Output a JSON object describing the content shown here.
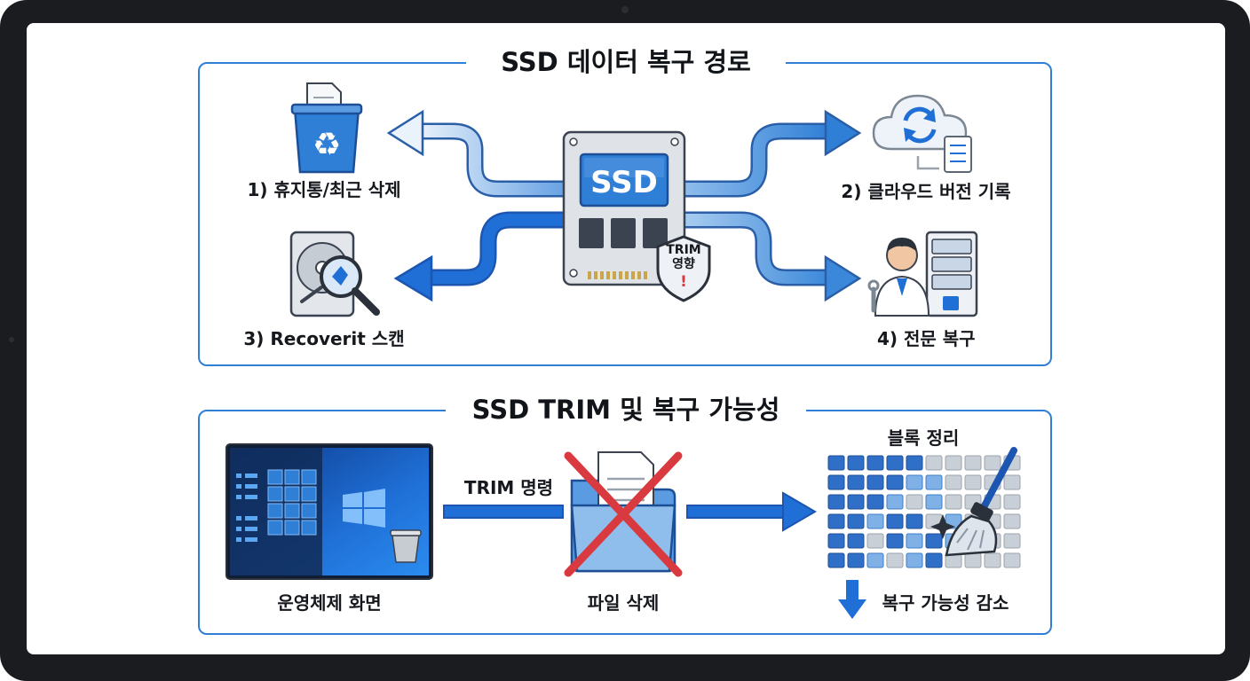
{
  "top_panel": {
    "title": "SSD 데이터 복구 경로",
    "chip_label": "SSD",
    "trim_badge": {
      "line1": "TRIM",
      "line2": "영향",
      "mark": "!"
    },
    "paths": [
      {
        "label": "1) 휴지통/최근 삭제",
        "icon": "recycle-bin-icon"
      },
      {
        "label": "2) 클라우드 버전 기록",
        "icon": "cloud-sync-icon"
      },
      {
        "label": "3) Recoverit 스캔",
        "icon": "disk-scan-icon"
      },
      {
        "label": "4) 전문 복구",
        "icon": "technician-server-icon"
      }
    ]
  },
  "bottom_panel": {
    "title": "SSD TRIM 및 복구 가능성",
    "os_label": "운영체제 화면",
    "trim_command_label": "TRIM 명령",
    "file_delete_label": "파일 삭제",
    "block_cleanup_label": "블록 정리",
    "recovery_decrease_label": "복구 가능성 감소"
  },
  "colors": {
    "panel_border": "#2f7fd6",
    "arrow_dark": "#1f6fd6",
    "arrow_light": "#dbe8f7",
    "chip_blue": "#2f7fd6",
    "cross_red": "#d93a3f"
  }
}
